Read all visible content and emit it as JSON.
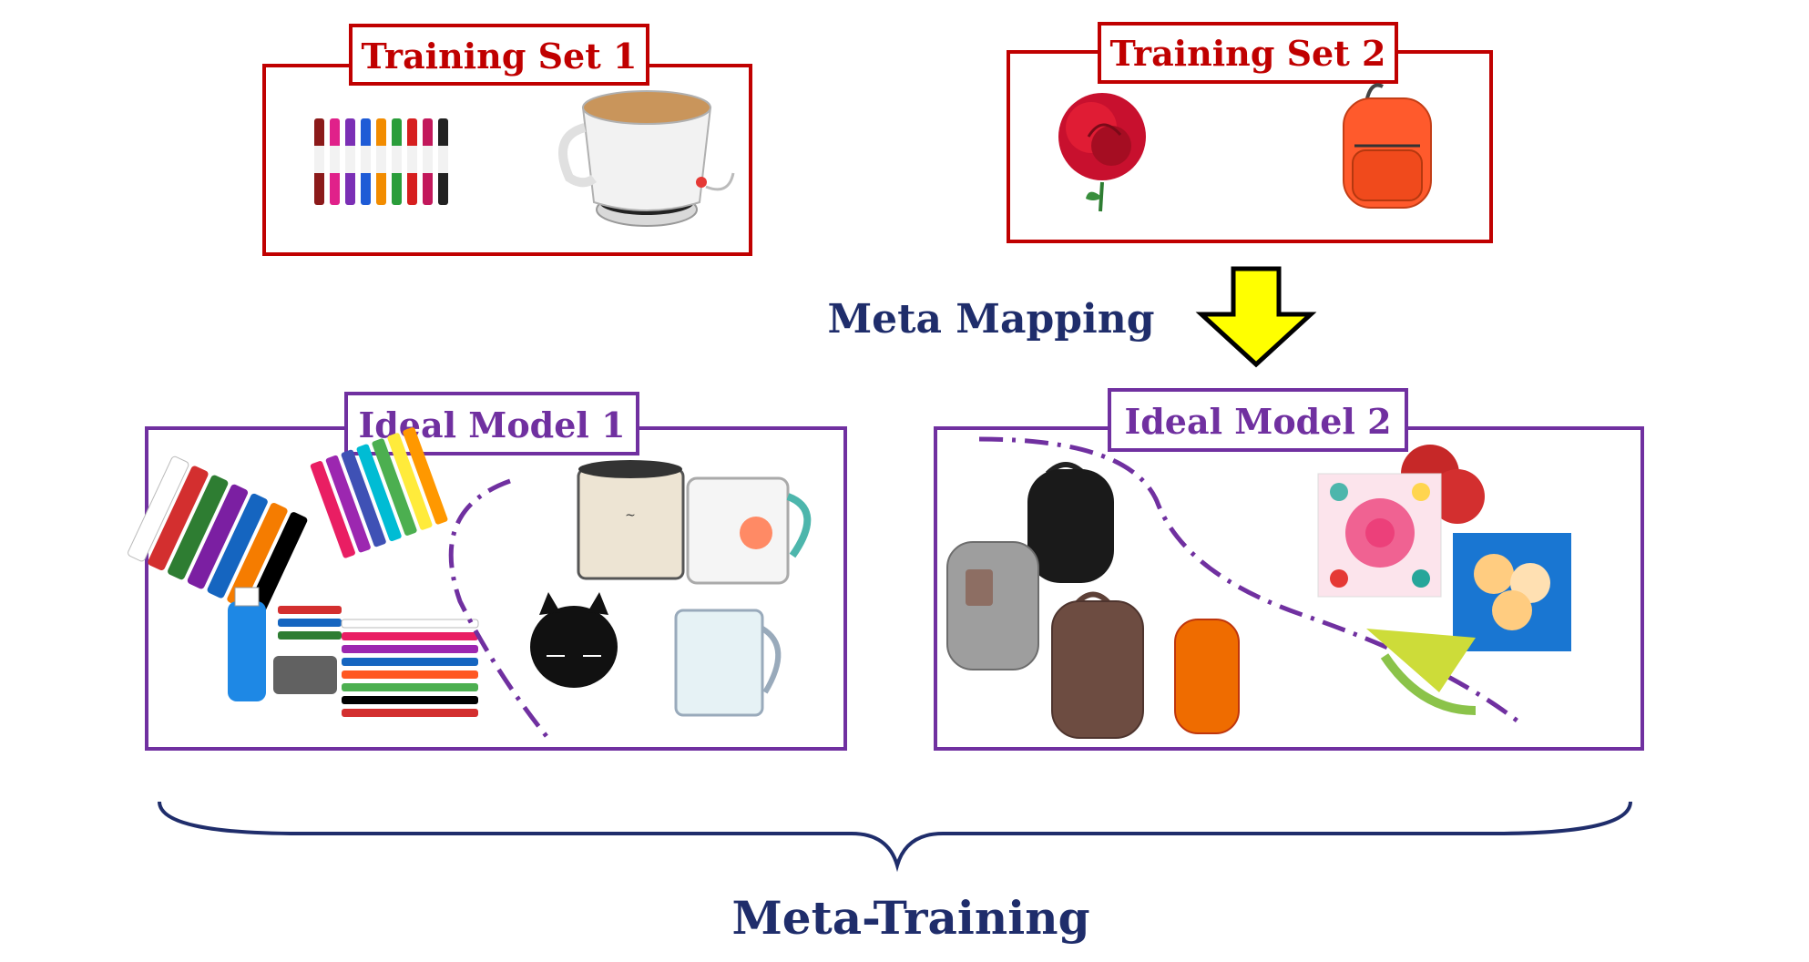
{
  "colors": {
    "training_red": "#c00000",
    "ideal_purple": "#7030a0",
    "text_navy": "#1f2d6b",
    "arrow_yellow": "#ffff00"
  },
  "training_sets": [
    {
      "label": "Training Set 1",
      "items": [
        "markers",
        "mug-warmer"
      ]
    },
    {
      "label": "Training Set 2",
      "items": [
        "rose",
        "backpack"
      ]
    }
  ],
  "meta_mapping": {
    "label": "Meta Mapping"
  },
  "ideal_models": [
    {
      "label": "Ideal Model 1",
      "items": [
        "markers",
        "mugs"
      ]
    },
    {
      "label": "Ideal Model 2",
      "items": [
        "backpacks",
        "flowers"
      ]
    }
  ],
  "meta_training": {
    "label": "Meta-Training"
  }
}
